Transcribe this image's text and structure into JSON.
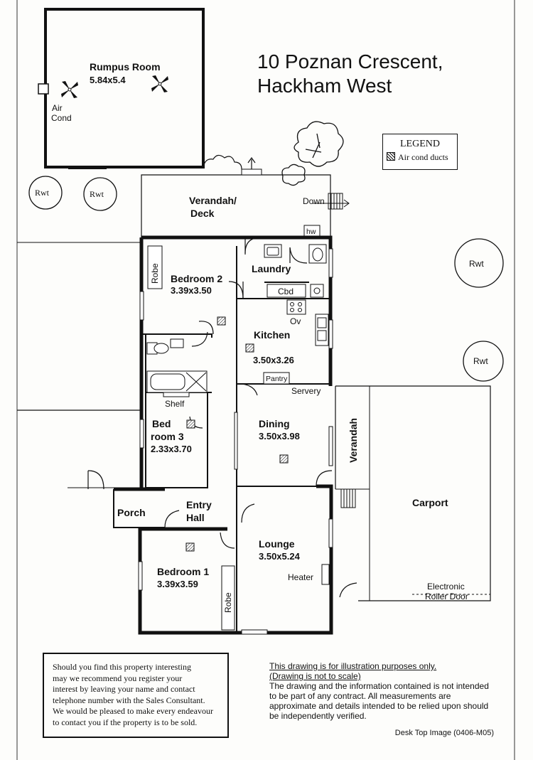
{
  "title": {
    "line1": "10 Poznan Crescent,",
    "line2": "Hackham West"
  },
  "legend": {
    "heading": "LEGEND",
    "item": "Air cond ducts"
  },
  "rooms": {
    "rumpus": {
      "name": "Rumpus Room",
      "size": "5.84x5.4"
    },
    "air_cond": {
      "line1": "Air",
      "line2": "Cond"
    },
    "rwt_hand": "Rwt",
    "rwt": "Rwt",
    "verandah_deck": {
      "line1": "Verandah/",
      "line2": "Deck"
    },
    "down": "Down",
    "hw": "hw",
    "bedroom2": {
      "name": "Bedroom 2",
      "size": "3.39x3.50"
    },
    "robe": "Robe",
    "laundry": "Laundry",
    "cbd": "Cbd",
    "ov": "Ov",
    "kitchen": {
      "name": "Kitchen",
      "size": "3.50x3.26"
    },
    "pantry": "Pantry",
    "servery": "Servery",
    "shelf": "Shelf",
    "bedroom3": {
      "line1": "Bed",
      "line2": "room 3",
      "size": "2.33x3.70"
    },
    "dining": {
      "name": "Dining",
      "size": "3.50x3.98"
    },
    "verandah": "Verandah",
    "carport": "Carport",
    "porch": "Porch",
    "entry_hall": {
      "line1": "Entry",
      "line2": "Hall"
    },
    "lounge": {
      "name": "Lounge",
      "size": "3.50x5.24"
    },
    "heater": "Heater",
    "bedroom1": {
      "name": "Bedroom 1",
      "size": "3.39x3.59"
    },
    "roller_door": {
      "line1": "Electronic",
      "line2": "Roller Door"
    }
  },
  "notice": {
    "lines": [
      "Should you find this property interesting",
      "may we recommend you register your",
      "interest by leaving your name and contact",
      "telephone number with the Sales Consultant.",
      "We would be pleased to make every endeavour",
      "to contact you if the property is to be sold."
    ]
  },
  "disclaimer": {
    "line1": "This drawing is for illustration purposes only.",
    "line2": "(Drawing is not to scale)",
    "body": "The drawing and the information contained is not intended to be part of any contract.  All measurements are approximate and details intended to be relied upon should be independently verified.",
    "ref": "Desk Top Image (0406-M05)"
  }
}
